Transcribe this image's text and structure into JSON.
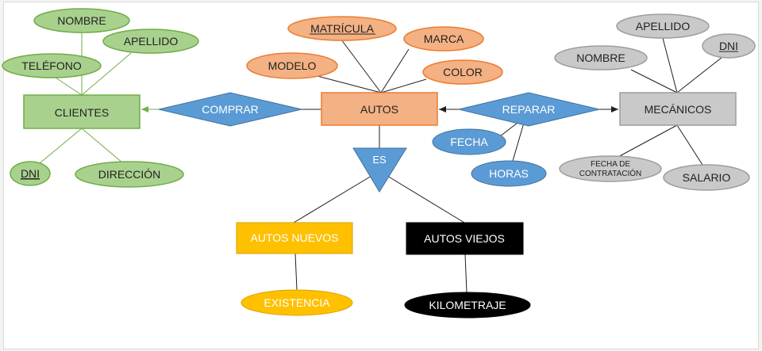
{
  "colors": {
    "green_fill": "#a9d18e",
    "green_stroke": "#70ad47",
    "orange_fill": "#f4b183",
    "orange_stroke": "#ed7d31",
    "gray_fill": "#c9c9c9",
    "gray_stroke": "#9e9e9e",
    "blue_fill": "#5b9bd5",
    "blue_stroke": "#41719c",
    "yellow_fill": "#ffc000",
    "yellow_stroke": "#d9a200",
    "black_fill": "#000000",
    "line": "#1f1f1f",
    "green_line": "#70ad47"
  },
  "entities": {
    "clientes": "CLIENTES",
    "autos": "AUTOS",
    "mecanicos": "MECÁNICOS",
    "autos_nuevos": "AUTOS NUEVOS",
    "autos_viejos": "AUTOS VIEJOS"
  },
  "relationships": {
    "comprar": "COMPRAR",
    "reparar": "REPARAR",
    "es": "ES"
  },
  "attributes": {
    "clientes": {
      "nombre": "NOMBRE",
      "apellido": "APELLIDO",
      "telefono": "TELÉFONO",
      "dni": "DNI",
      "direccion": "DIRECCIÓN"
    },
    "autos": {
      "matricula": "MATRÍCULA",
      "marca": "MARCA",
      "modelo": "MODELO",
      "color": "COLOR"
    },
    "mecanicos": {
      "apellido": "APELLIDO",
      "nombre": "NOMBRE",
      "dni": "DNI",
      "fecha_contratacion_line1": "FECHA DE",
      "fecha_contratacion_line2": "CONTRATACIÓN",
      "salario": "SALARIO"
    },
    "reparar": {
      "fecha": "FECHA",
      "horas": "HORAS"
    },
    "autos_nuevos": {
      "existencia": "EXISTENCIA"
    },
    "autos_viejos": {
      "kilometraje": "KILOMETRAJE"
    }
  }
}
